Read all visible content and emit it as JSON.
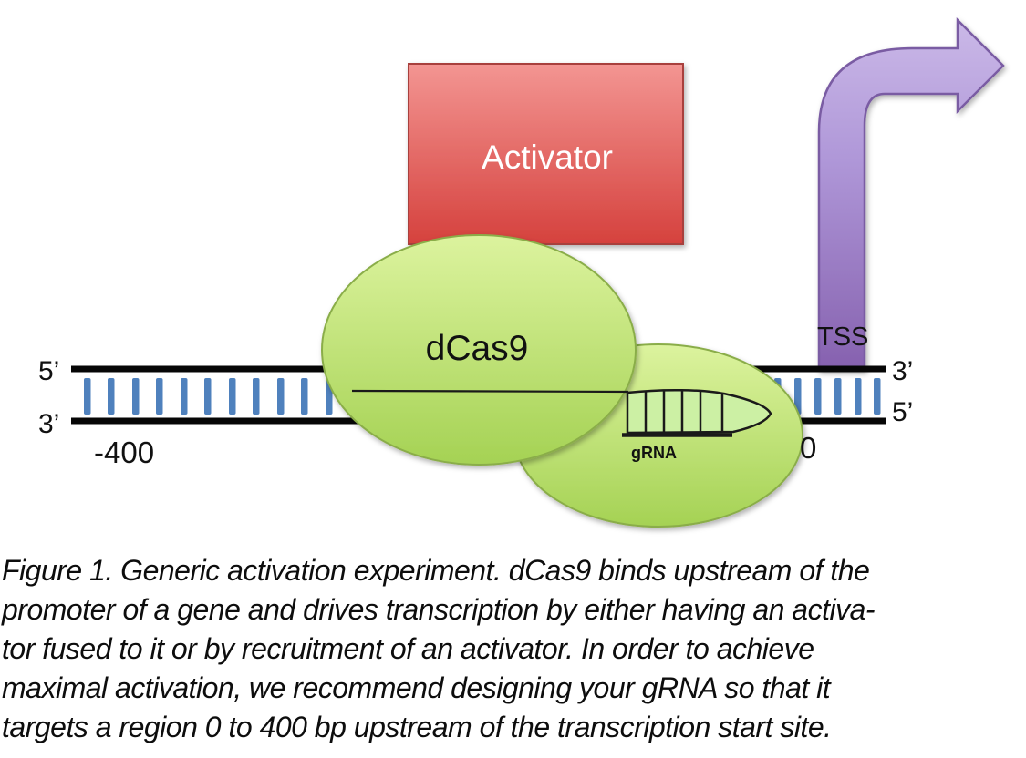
{
  "figure": {
    "activator_label": "Activator",
    "dcas9_label": "dCas9",
    "grna_label": "gRNA",
    "tss_label": "TSS",
    "dna": {
      "left_top_end": "5’",
      "left_bottom_end": "3’",
      "right_top_end": "3’",
      "right_bottom_end": "5’",
      "upstream_position": "-400",
      "tss_position": "0"
    },
    "colors": {
      "activator_top": "#f39592",
      "activator_bottom": "#d5413d",
      "activator_border": "#a8403c",
      "protein_top": "#dcf39e",
      "protein_bottom": "#a5d254",
      "protein_edge": "#8aad48",
      "scaffold_fill": "#ccf0a4",
      "scaffold_line": "#1a1a1a",
      "arrow_top": "#cbb9e8",
      "arrow_mid": "#af97d8",
      "arrow_bottom": "#8560ae",
      "arrow_border": "#7a5ba3",
      "basepair_blue": "#4f81bd",
      "strand_black": "#060606",
      "text_black": "#111111",
      "activator_text": "#ffffff"
    }
  },
  "caption": {
    "lines": [
      "Figure 1. Generic activation experiment. dCas9 binds upstream of the",
      "promoter of a gene and drives transcription by either having an activa-",
      "tor fused to it or by recruitment of an activator. In order to achieve",
      "maximal activation, we recommend designing your gRNA so that it",
      "targets a region 0 to 400 bp upstream of the transcription start site."
    ]
  }
}
